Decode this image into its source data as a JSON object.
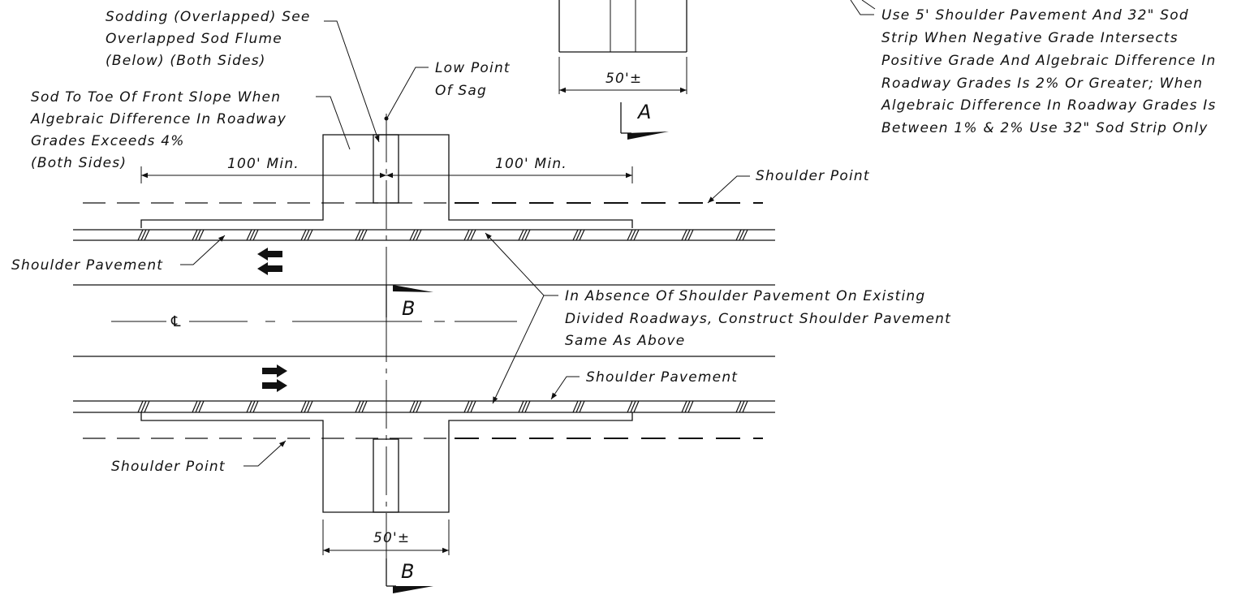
{
  "notes": {
    "sodding_overlapped": [
      "Sodding (Overlapped) See",
      "Overlapped Sod Flume",
      "(Below) (Both Sides)"
    ],
    "sod_to_toe": [
      "Sod To Toe Of Front Slope When",
      "Algebraic Difference In Roadway",
      "Grades Exceeds 4%",
      "(Both Sides)"
    ],
    "low_point": [
      "Low Point",
      "Of Sag"
    ],
    "shoulder_note": [
      "Use 5' Shoulder Pavement And 32\" Sod",
      "Strip When Negative Grade Intersects",
      "Positive Grade And Algebraic Difference In",
      "Roadway Grades Is 2% Or Greater;  When",
      "Algebraic Difference In Roadway Grades Is",
      "Between 1% & 2% Use 32\" Sod Strip Only"
    ],
    "absence_note": [
      "In Absence Of Shoulder Pavement On Existing",
      "Divided Roadways, Construct Shoulder Pavement",
      "Same As Above"
    ]
  },
  "labels": {
    "shoulder_point": "Shoulder Point",
    "shoulder_pavement": "Shoulder Pavement",
    "centerline_symbol": "℄",
    "section_a": "A",
    "section_b": "B"
  },
  "dimensions": {
    "min_left": "100' Min.",
    "min_right": "100' Min.",
    "width_top": "50'±",
    "width_bottom": "50'±"
  }
}
